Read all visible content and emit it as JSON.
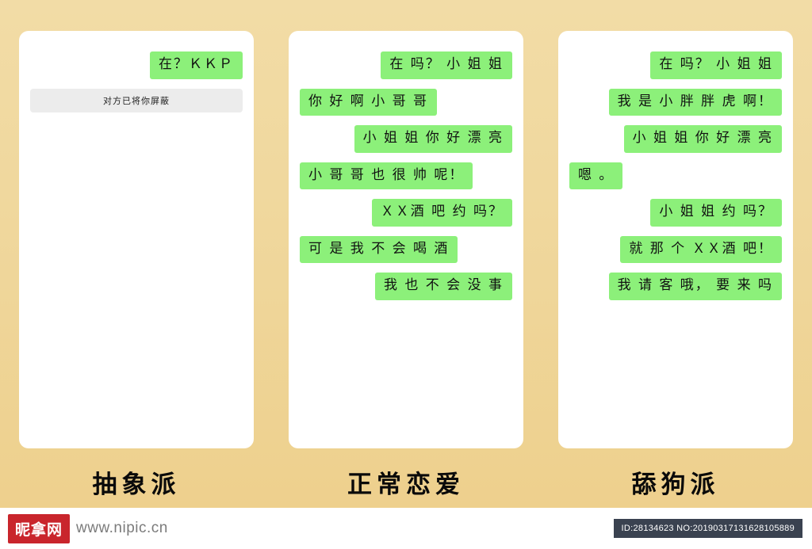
{
  "background_color": "#efd79c",
  "bubble_color": "#8cf07a",
  "system_bubble_color": "#ececec",
  "columns": [
    {
      "caption": "抽象派",
      "messages": [
        {
          "side": "right",
          "type": "bubble",
          "text": "在？ＫＫＰ"
        },
        {
          "side": "center",
          "type": "system",
          "text": "对方已将你屏蔽"
        }
      ]
    },
    {
      "caption": "正常恋爱",
      "messages": [
        {
          "side": "right",
          "type": "bubble",
          "text": "在 吗？ 小 姐 姐"
        },
        {
          "side": "left",
          "type": "bubble",
          "text": "你 好 啊 小 哥 哥"
        },
        {
          "side": "right",
          "type": "bubble",
          "text": "小 姐 姐 你 好 漂 亮"
        },
        {
          "side": "left",
          "type": "bubble",
          "text": "小 哥 哥 也 很 帅 呢！"
        },
        {
          "side": "right",
          "type": "bubble",
          "text": "ＸＸ酒 吧 约 吗？"
        },
        {
          "side": "left",
          "type": "bubble",
          "text": "可 是 我 不 会 喝 酒"
        },
        {
          "side": "right",
          "type": "bubble",
          "text": "我 也 不 会 没 事"
        }
      ]
    },
    {
      "caption": "舔狗派",
      "messages": [
        {
          "side": "right",
          "type": "bubble",
          "text": "在 吗？ 小 姐 姐"
        },
        {
          "side": "right",
          "type": "bubble",
          "text": "我 是 小 胖 胖 虎 啊！"
        },
        {
          "side": "right",
          "type": "bubble",
          "text": "小 姐 姐 你 好 漂 亮"
        },
        {
          "side": "left",
          "type": "bubble",
          "text": "嗯 。"
        },
        {
          "side": "right",
          "type": "bubble",
          "text": "小 姐 姐 约 吗？"
        },
        {
          "side": "right",
          "type": "bubble",
          "text": "就 那 个 ＸＸ酒 吧！"
        },
        {
          "side": "right",
          "type": "bubble",
          "text": "我 请 客 哦， 要 来 吗"
        }
      ]
    }
  ],
  "footer": {
    "logo_text": "昵拿网",
    "url": "www.nipic.cn",
    "id_text": "ID:28134623 NO:20190317131628105889"
  }
}
